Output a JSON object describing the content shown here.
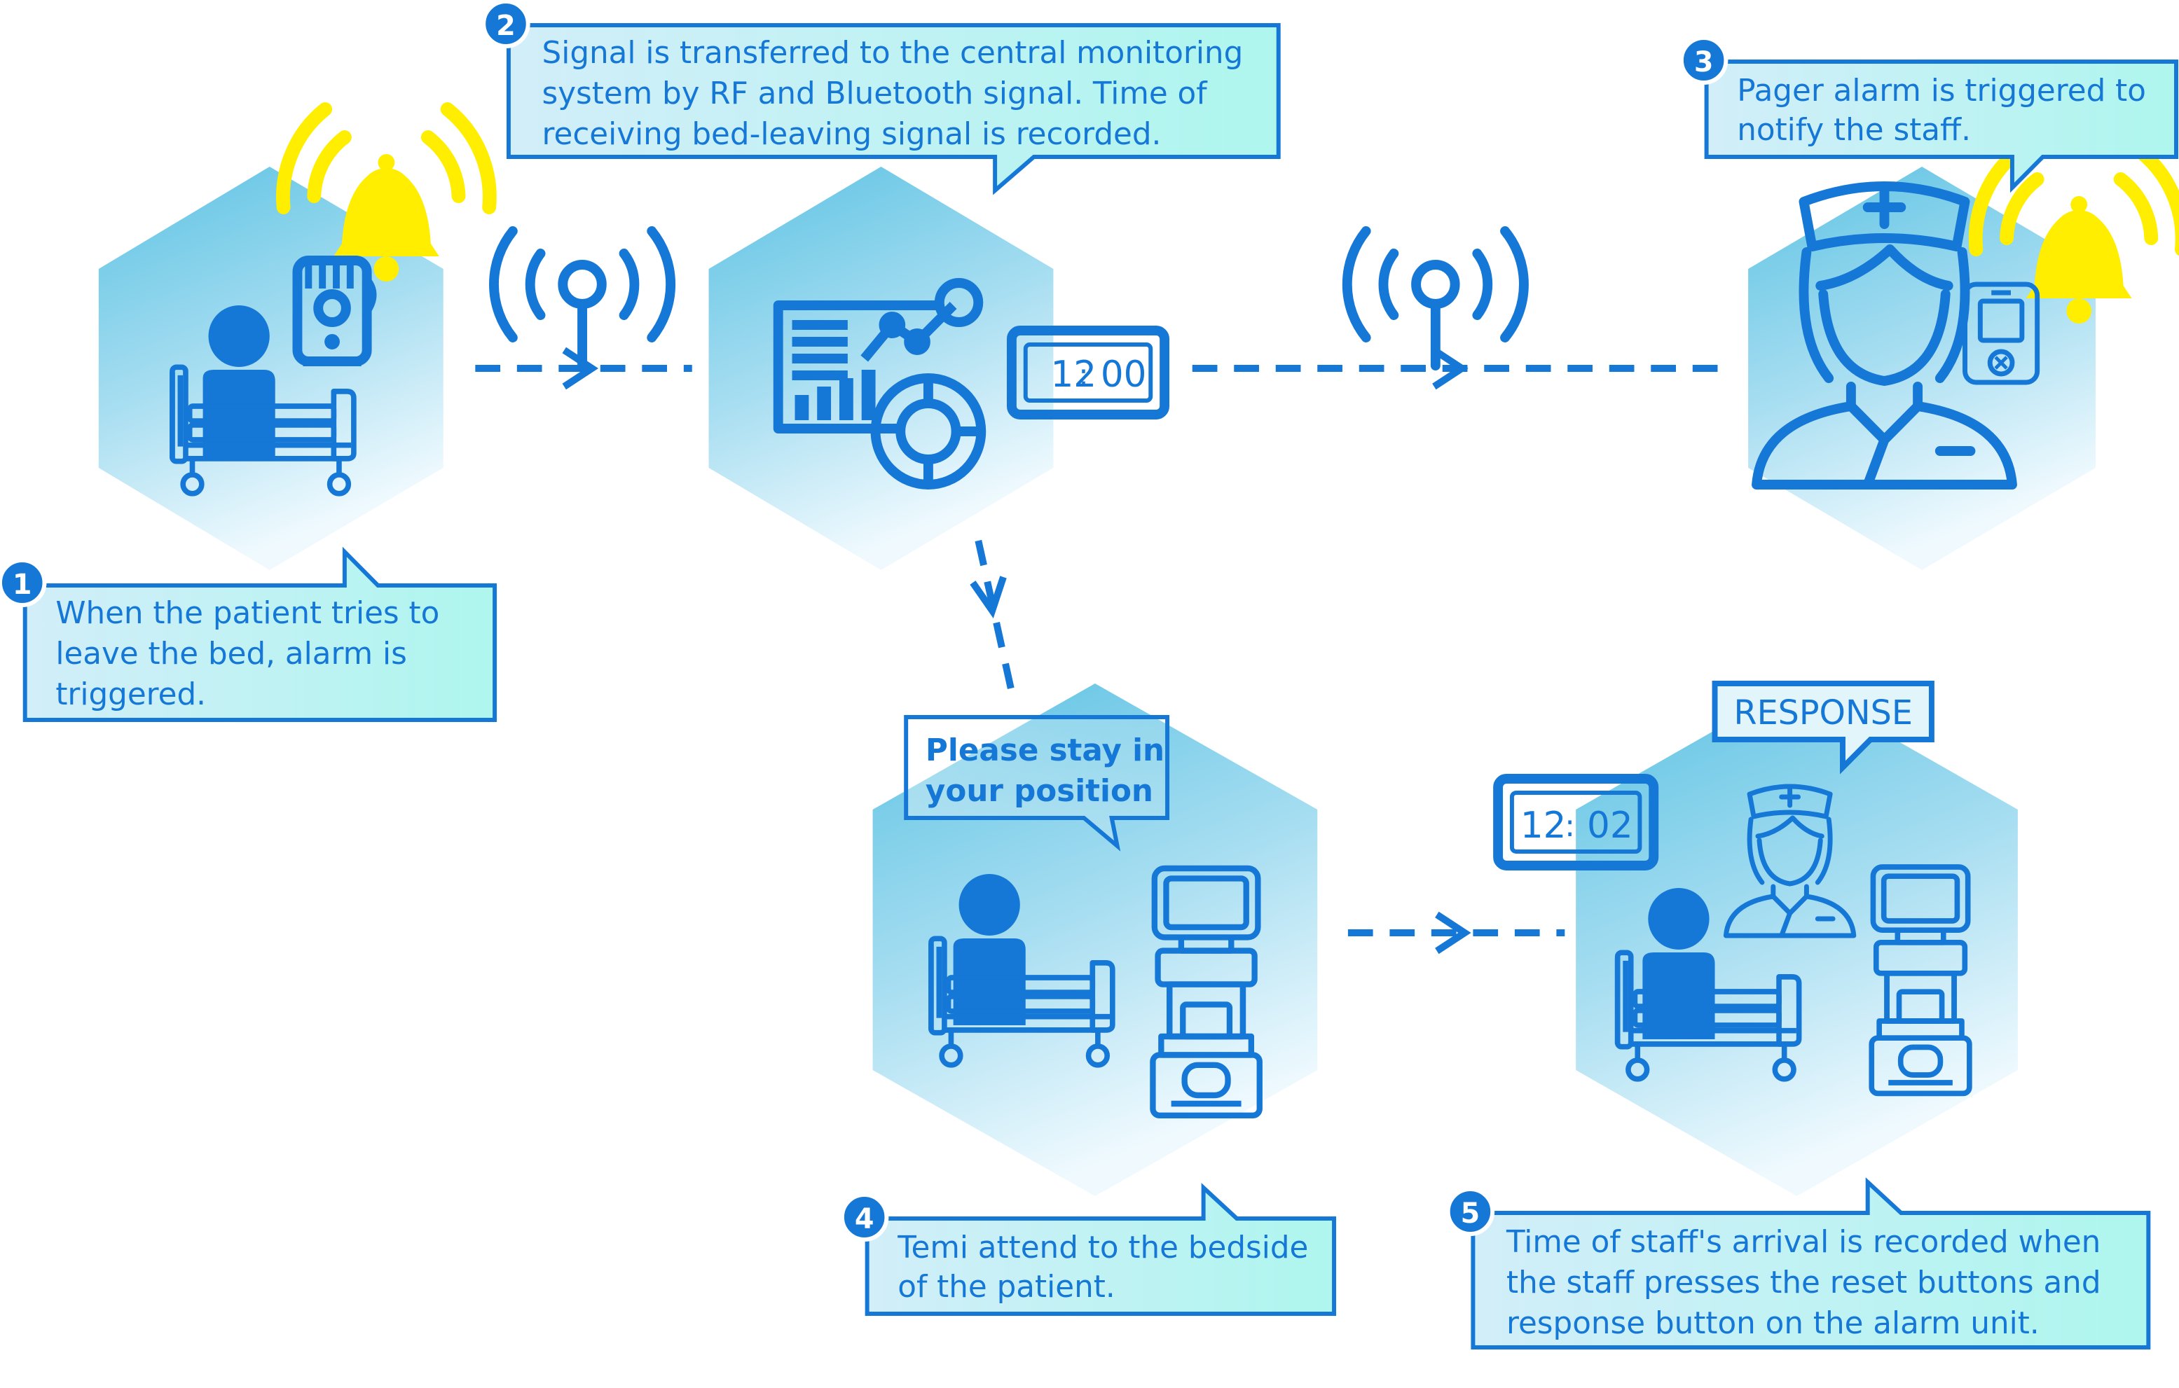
{
  "colors": {
    "primary": "#1577d6",
    "hex_top": "#62c4e4",
    "hex_bottom": "#ecf8fd",
    "callout_left": "#cfeef9",
    "callout_right": "#aef5ee",
    "bell": "#ffee00",
    "badge": "#1577d6"
  },
  "steps": [
    {
      "number": "1",
      "lines": [
        "When  the  patient  tries  to",
        "leave   the   bed,   alarm   is",
        "triggered."
      ]
    },
    {
      "number": "2",
      "lines": [
        "Signal is transferred to the central monitoring",
        "system  by  RF  and  Bluetooth  signal.  Time  of",
        "receiving bed-leaving signal is recorded."
      ]
    },
    {
      "number": "3",
      "lines": [
        "Pager  alarm  is  triggered  to",
        "notify the staff."
      ]
    },
    {
      "number": "4",
      "lines": [
        "Temi attend to the bedside",
        "of the patient."
      ]
    },
    {
      "number": "5",
      "lines": [
        "Time of staff's arrival is recorded when",
        "the  staff  presses  the  reset  buttons  and",
        "response button on the alarm unit."
      ]
    }
  ],
  "clocks": {
    "first": {
      "hours": "12",
      "sep": ":",
      "minutes": "00"
    },
    "second": {
      "hours": "12",
      "sep": ":",
      "minutes": "02"
    }
  },
  "robot_speech": {
    "lines": [
      "Please stay in",
      "your position"
    ]
  },
  "response_label": "RESPONSE",
  "icons": [
    "bell-icon",
    "antenna-icon",
    "hospital-bed-icon",
    "patient-icon",
    "alarm-unit-icon",
    "monitoring-dashboard-icon",
    "clock-icon",
    "nurse-icon",
    "pager-icon",
    "temi-robot-icon"
  ]
}
